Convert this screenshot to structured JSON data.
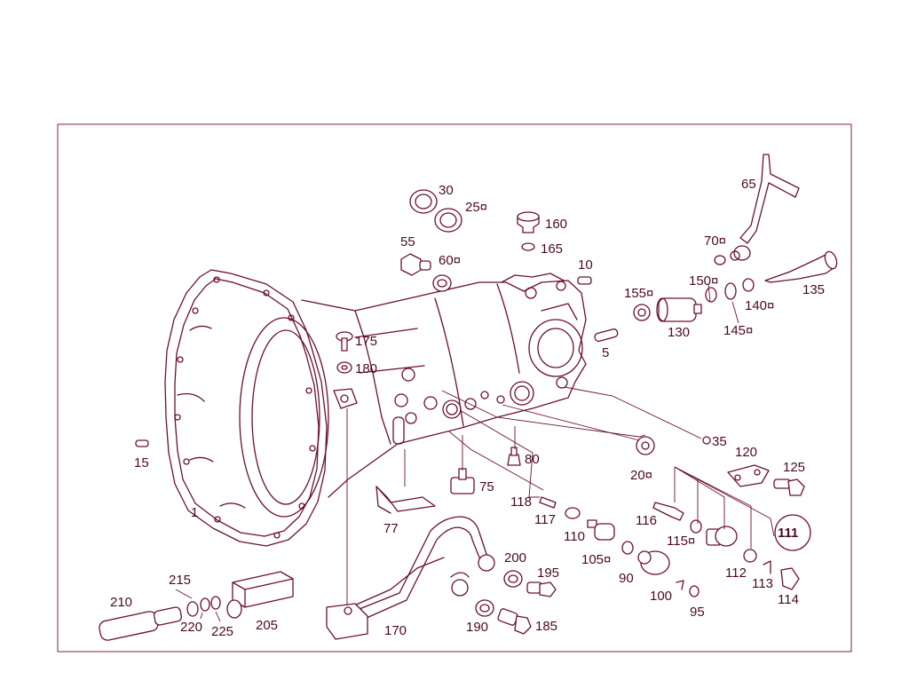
{
  "diagram": {
    "ink_color": "#6b1030",
    "background": "#ffffff",
    "callouts": {
      "c1": "1",
      "c5": "5",
      "c10": "10",
      "c15": "15",
      "c20": "20¤",
      "c25": "25¤",
      "c30": "30",
      "c35": "35",
      "c55": "55",
      "c60": "60¤",
      "c65": "65",
      "c70": "70¤",
      "c75": "75",
      "c77": "77",
      "c80": "80",
      "c90": "90",
      "c95": "95",
      "c100": "100",
      "c105": "105¤",
      "c110": "110",
      "c111": "111",
      "c112": "112",
      "c113": "113",
      "c114": "114",
      "c115": "115¤",
      "c116": "116",
      "c117": "117",
      "c118": "118",
      "c120": "120",
      "c125": "125",
      "c130": "130",
      "c135": "135",
      "c140": "140¤",
      "c145": "145¤",
      "c150": "150¤",
      "c155": "155¤",
      "c160": "160",
      "c165": "165",
      "c170": "170",
      "c175": "175",
      "c180": "180",
      "c185": "185",
      "c190": "190",
      "c195": "195",
      "c200": "200",
      "c205": "205",
      "c210": "210",
      "c215": "215",
      "c220": "220",
      "c225": "225"
    }
  }
}
